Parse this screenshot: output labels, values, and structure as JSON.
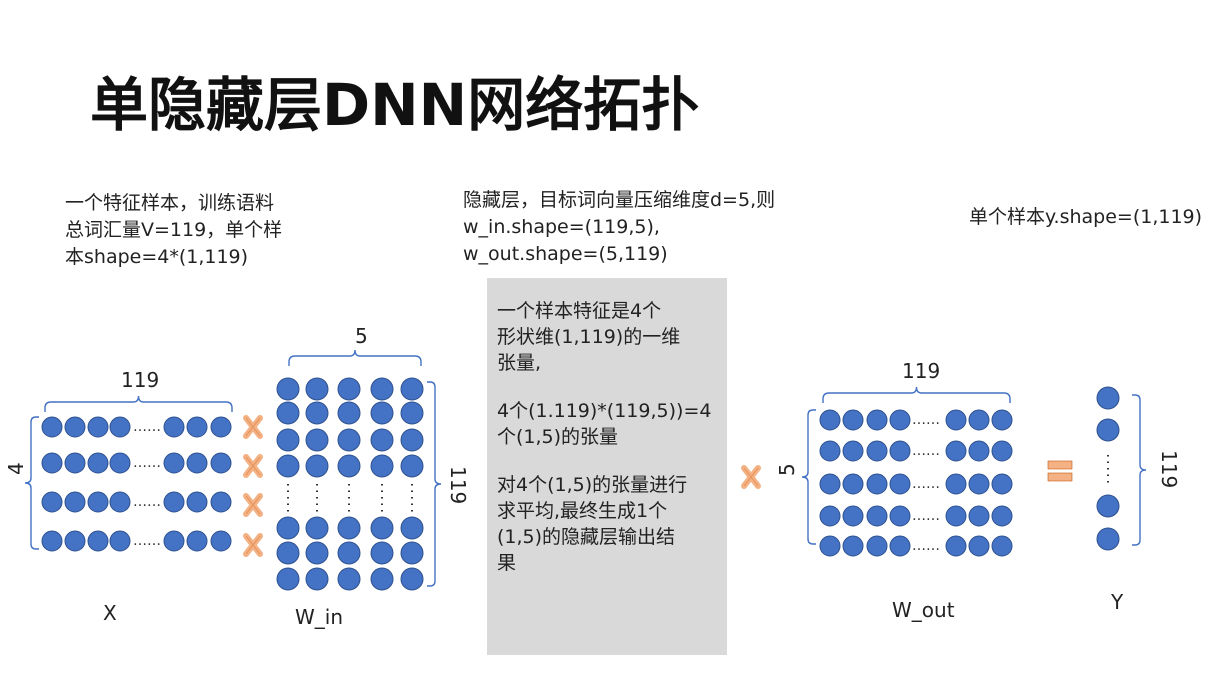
{
  "title": "单隐藏层DNN网络拓扑",
  "notes": {
    "input_desc": [
      "一个特征样本，训练语料",
      "总词汇量V=119，单个样",
      "本shape=4*(1,119)"
    ],
    "hidden_desc": [
      "隐藏层，目标词向量压缩维度d=5,则",
      "w_in.shape=(119,5),",
      "w_out.shape=(5,119)"
    ],
    "output_desc": "单个样本y.shape=(1,119)"
  },
  "explain_box": {
    "para1": [
      "一个样本特征是4个",
      "形状维(1,119)的一维",
      "张量,"
    ],
    "para2": [
      "4个(1.119)*(119,5))=4",
      "个(1,5)的张量"
    ],
    "para3": [
      "对4个(1,5)的张量进行",
      "求平均,最终生成1个",
      "(1,5)的隐藏层输出结",
      "果"
    ]
  },
  "matrices": {
    "x": {
      "label": "X",
      "top_dim": "119",
      "side_dim": "4"
    },
    "w_in": {
      "label": "W_in",
      "top_dim": "5",
      "side_dim": "119"
    },
    "w_out": {
      "label": "W_out",
      "top_dim": "119",
      "side_dim": "5"
    },
    "y": {
      "label": "Y",
      "side_dim": "119"
    }
  },
  "colors": {
    "node_fill": "#4472c4",
    "node_stroke": "#2f528f",
    "bracket": "#4472c4",
    "multiply": "#f4b183",
    "equals": "#f4b183",
    "box": "#d9d9d9"
  }
}
